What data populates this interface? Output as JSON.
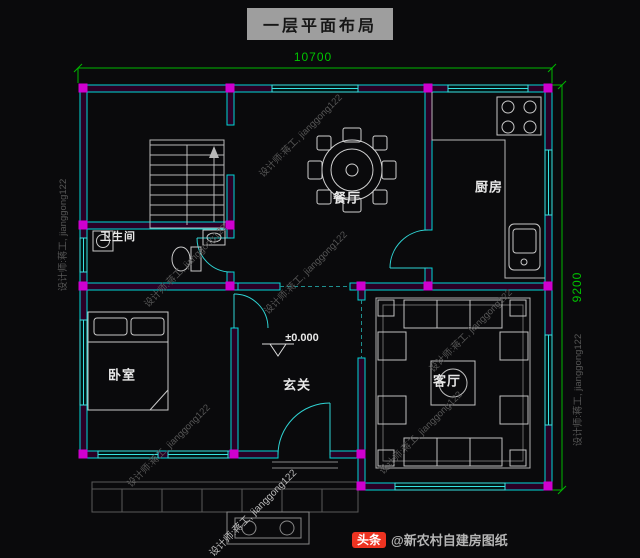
{
  "title": "一层平面布局",
  "dimensions": {
    "width": "10700",
    "height": "9200"
  },
  "rooms": {
    "dining": "餐厅",
    "kitchen": "厨房",
    "bathroom": "卫生间",
    "bedroom": "卧室",
    "foyer": "玄关",
    "living": "客厅"
  },
  "annotations": {
    "elevation": "±0.000"
  },
  "watermark": {
    "text": "设计师:蒋工, jianggong122"
  },
  "footer": {
    "platform": "头条",
    "handle": "@新农村自建房图纸"
  },
  "colors": {
    "background": "#0a0a0c",
    "wall_line": "#00d8d8",
    "column_fill": "#cf00cf",
    "dimension_green": "#00b800",
    "furniture_line": "#c8c8c8",
    "title_bg": "#9e9e9e",
    "logo_red": "#ed3321"
  }
}
